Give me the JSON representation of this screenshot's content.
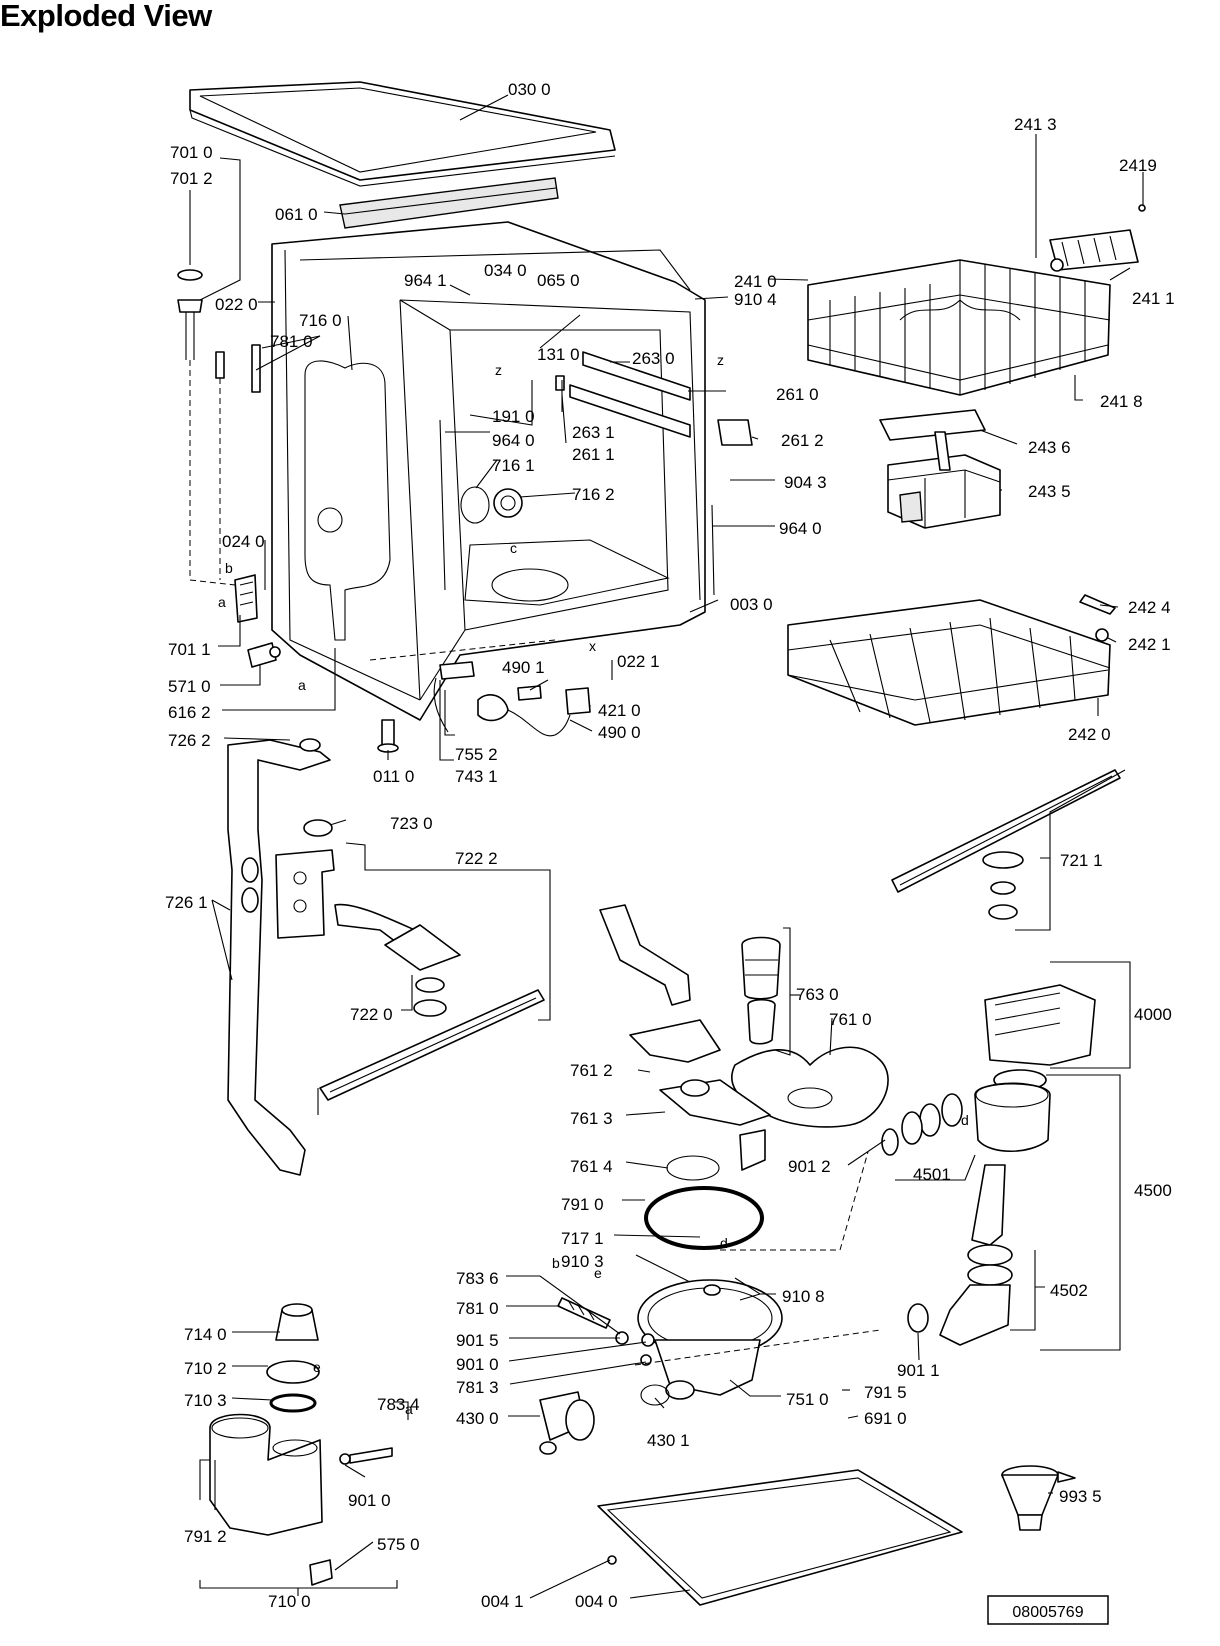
{
  "title": "Exploded View",
  "doc_number": "08005769",
  "letters": [
    "z",
    "z",
    "c",
    "x",
    "b",
    "a",
    "a",
    "e",
    "d",
    "b",
    "e",
    "d",
    "a"
  ],
  "labels": [
    {
      "id": "0300",
      "text": "030 0"
    },
    {
      "id": "7010",
      "text": "701 0"
    },
    {
      "id": "7012",
      "text": "701 2"
    },
    {
      "id": "0610",
      "text": "061 0"
    },
    {
      "id": "0220",
      "text": "022 0"
    },
    {
      "id": "0340",
      "text": "034 0"
    },
    {
      "id": "0650",
      "text": "065 0"
    },
    {
      "id": "9641a",
      "text": "964 1"
    },
    {
      "id": "7160",
      "text": "716 0"
    },
    {
      "id": "7810a",
      "text": "781 0"
    },
    {
      "id": "1310",
      "text": "131 0"
    },
    {
      "id": "2630",
      "text": "263 0"
    },
    {
      "id": "1910",
      "text": "191 0"
    },
    {
      "id": "9640a",
      "text": "964 0"
    },
    {
      "id": "7161",
      "text": "716 1"
    },
    {
      "id": "7162",
      "text": "716 2"
    },
    {
      "id": "2631",
      "text": "263 1"
    },
    {
      "id": "2611",
      "text": "261 1"
    },
    {
      "id": "2610",
      "text": "261 0"
    },
    {
      "id": "2612",
      "text": "261 2"
    },
    {
      "id": "9043",
      "text": "904 3"
    },
    {
      "id": "9640b",
      "text": "964 0"
    },
    {
      "id": "2413",
      "text": "241 3"
    },
    {
      "id": "2419",
      "text": "2419"
    },
    {
      "id": "2410",
      "text": "241 0"
    },
    {
      "id": "9104",
      "text": "910 4"
    },
    {
      "id": "2411",
      "text": "241 1"
    },
    {
      "id": "2418",
      "text": "241 8"
    },
    {
      "id": "2436",
      "text": "243 6"
    },
    {
      "id": "2435",
      "text": "243 5"
    },
    {
      "id": "0240",
      "text": "024 0"
    },
    {
      "id": "0030",
      "text": "003 0"
    },
    {
      "id": "2424",
      "text": "242 4"
    },
    {
      "id": "2421",
      "text": "242 1"
    },
    {
      "id": "2420",
      "text": "242 0"
    },
    {
      "id": "7011",
      "text": "701 1"
    },
    {
      "id": "5710",
      "text": "571 0"
    },
    {
      "id": "6162",
      "text": "616 2"
    },
    {
      "id": "4901",
      "text": "490 1"
    },
    {
      "id": "0221",
      "text": "022 1"
    },
    {
      "id": "4210",
      "text": "421 0"
    },
    {
      "id": "4900",
      "text": "490 0"
    },
    {
      "id": "7262",
      "text": "726 2"
    },
    {
      "id": "7552",
      "text": "755 2"
    },
    {
      "id": "0110",
      "text": "011 0"
    },
    {
      "id": "7431",
      "text": "743 1"
    },
    {
      "id": "7230",
      "text": "723 0"
    },
    {
      "id": "7222",
      "text": "722 2"
    },
    {
      "id": "7261",
      "text": "726 1"
    },
    {
      "id": "7220",
      "text": "722 0"
    },
    {
      "id": "7211",
      "text": "721 1"
    },
    {
      "id": "7630",
      "text": "763 0"
    },
    {
      "id": "7610",
      "text": "761 0"
    },
    {
      "id": "4000",
      "text": "4000"
    },
    {
      "id": "7612",
      "text": "761 2"
    },
    {
      "id": "7613",
      "text": "761 3"
    },
    {
      "id": "7614",
      "text": "761 4"
    },
    {
      "id": "9012",
      "text": "901 2"
    },
    {
      "id": "4501",
      "text": "4501"
    },
    {
      "id": "4500",
      "text": "4500"
    },
    {
      "id": "7910",
      "text": "791 0"
    },
    {
      "id": "7171",
      "text": "717 1"
    },
    {
      "id": "9103",
      "text": "910 3"
    },
    {
      "id": "9108",
      "text": "910 8"
    },
    {
      "id": "7836",
      "text": "783 6"
    },
    {
      "id": "7810b",
      "text": "781 0"
    },
    {
      "id": "4502",
      "text": "4502"
    },
    {
      "id": "7140",
      "text": "714 0"
    },
    {
      "id": "9015",
      "text": "901 5"
    },
    {
      "id": "7102",
      "text": "710 2"
    },
    {
      "id": "9010a",
      "text": "901 0"
    },
    {
      "id": "9011",
      "text": "901 1"
    },
    {
      "id": "7813",
      "text": "781 3"
    },
    {
      "id": "7103",
      "text": "710 3"
    },
    {
      "id": "7834",
      "text": "783 4"
    },
    {
      "id": "7510",
      "text": "751 0"
    },
    {
      "id": "7915",
      "text": "791 5"
    },
    {
      "id": "4300",
      "text": "430 0"
    },
    {
      "id": "6910",
      "text": "691 0"
    },
    {
      "id": "4301",
      "text": "430 1"
    },
    {
      "id": "9010b",
      "text": "901 0"
    },
    {
      "id": "9935",
      "text": "993 5"
    },
    {
      "id": "7912",
      "text": "791 2"
    },
    {
      "id": "5750",
      "text": "575 0"
    },
    {
      "id": "0041",
      "text": "004 1"
    },
    {
      "id": "0040",
      "text": "004 0"
    },
    {
      "id": "7100",
      "text": "710 0"
    }
  ]
}
